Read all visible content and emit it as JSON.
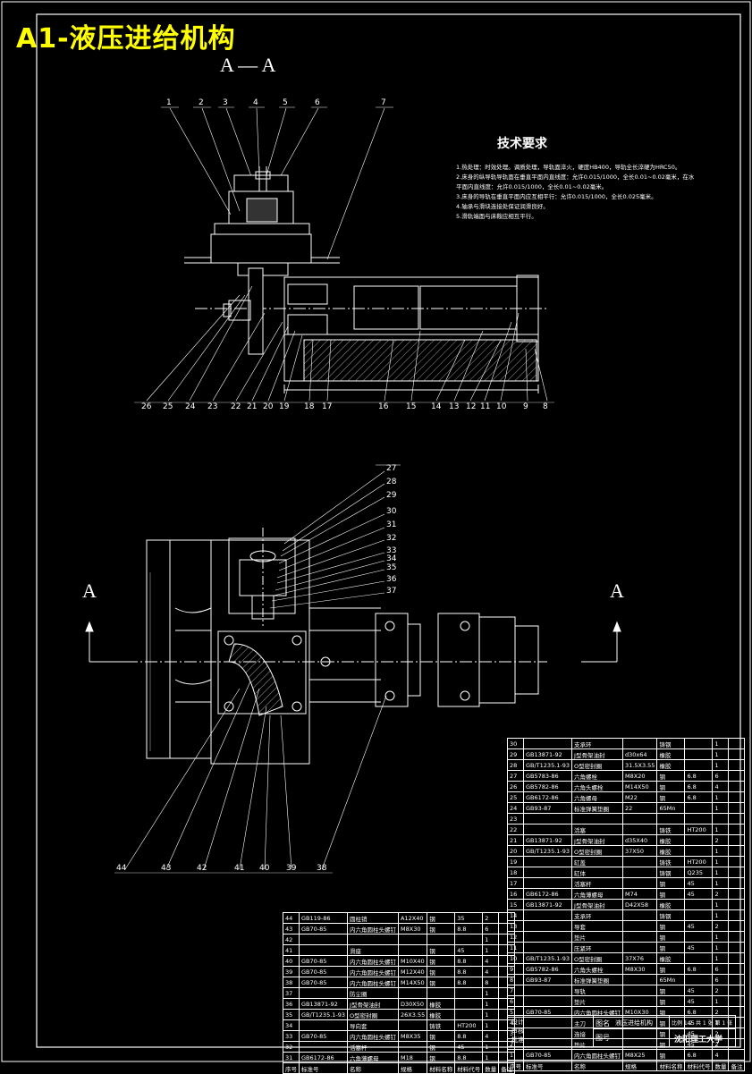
{
  "banner": "A1-液压进给机构",
  "section_top": "A — A",
  "section_left": "A",
  "section_right": "A",
  "tech": {
    "title": "技术要求",
    "lines": [
      "1.热处理：时效处理。调质处理，导轨面淬火，硬度HB400，导轨全长淬硬为HRC50。",
      "2.床身的纵导轨导轨面在垂直平面内直线度：允许0.015/1000，全长0.01~0.02毫米，在水",
      "  平面内直线度：允许0.015/1000，全长0.01~0.02毫米。",
      "3.床身的导轨在垂直平面内应互相平行：允许0.015/1000，全长0.025毫米。",
      "4.轴承与滑块连接处保证润滑良好。",
      "5.滑轨端面与床鞍应相互平行。"
    ]
  },
  "callouts_top": [
    "1",
    "2",
    "3",
    "4",
    "5",
    "6",
    "7"
  ],
  "callouts_bottom": [
    "26",
    "25",
    "24",
    "23",
    "22",
    "21",
    "20",
    "19",
    "18",
    "17",
    "16",
    "15",
    "14",
    "13",
    "12",
    "11",
    "10",
    "9",
    "8"
  ],
  "callouts_right": [
    "27",
    "28",
    "29",
    "30",
    "31",
    "32",
    "33",
    "34",
    "35",
    "36",
    "37"
  ],
  "callouts_low": [
    "44",
    "43",
    "42",
    "41",
    "40",
    "39",
    "38"
  ],
  "bom_right": {
    "rows": [
      [
        "30",
        "",
        "支承环",
        "",
        "铸钢",
        "",
        "1",
        ""
      ],
      [
        "29",
        "GB13871-92",
        "J型骨架油封",
        "d30x64",
        "橡胶",
        "",
        "1",
        ""
      ],
      [
        "28",
        "GB/T1235.1-93",
        "O型密封圈",
        "31.5X3.55",
        "橡胶",
        "",
        "1",
        ""
      ],
      [
        "27",
        "GB5783-86",
        "六角螺栓",
        "M8X20",
        "钢",
        "6.8",
        "6",
        ""
      ],
      [
        "26",
        "GB5782-86",
        "六角头螺栓",
        "M14X50",
        "钢",
        "6.8",
        "4",
        ""
      ],
      [
        "25",
        "GB6172-86",
        "六角螺母",
        "M22",
        "钢",
        "6.8",
        "1",
        ""
      ],
      [
        "24",
        "GB93-87",
        "标准弹簧垫圈",
        "22",
        "65Mn",
        "",
        "1",
        ""
      ],
      [
        "23",
        "",
        "",
        "",
        "",
        "",
        "",
        ""
      ],
      [
        "22",
        "",
        "活塞",
        "",
        "铸铁",
        "HT200",
        "1",
        ""
      ],
      [
        "21",
        "GB13871-92",
        "J型骨架油封",
        "d35X40",
        "橡胶",
        "",
        "2",
        ""
      ],
      [
        "20",
        "GB/T1235.1-93",
        "O型密封圈",
        "37X50",
        "橡胶",
        "",
        "1",
        ""
      ],
      [
        "19",
        "",
        "缸盖",
        "",
        "铸铁",
        "HT200",
        "1",
        ""
      ],
      [
        "18",
        "",
        "缸体",
        "",
        "铸钢",
        "Q235",
        "1",
        ""
      ],
      [
        "17",
        "",
        "活塞杆",
        "",
        "钢",
        "45",
        "1",
        ""
      ],
      [
        "16",
        "GB6172-86",
        "六角薄螺母",
        "M74",
        "钢",
        "45",
        "2",
        ""
      ],
      [
        "15",
        "GB13871-92",
        "J型骨架油封",
        "D42X58",
        "橡胶",
        "",
        "1",
        ""
      ],
      [
        "14",
        "",
        "支承环",
        "",
        "铸钢",
        "",
        "1",
        ""
      ],
      [
        "13",
        "",
        "导套",
        "",
        "钢",
        "45",
        "2",
        ""
      ],
      [
        "12",
        "",
        "垫片",
        "",
        "钢",
        "",
        "1",
        ""
      ],
      [
        "11",
        "",
        "压紧环",
        "",
        "钢",
        "45",
        "1",
        ""
      ],
      [
        "10",
        "GB/T1235.1-93",
        "O型密封圈",
        "37X76",
        "橡胶",
        "",
        "1",
        ""
      ],
      [
        "9",
        "GB5782-86",
        "六角头螺栓",
        "M8X30",
        "钢",
        "6.8",
        "6",
        ""
      ],
      [
        "8",
        "GB93-87",
        "标准弹簧垫圈",
        "",
        "65Mn",
        "",
        "6",
        ""
      ],
      [
        "7",
        "",
        "导轨",
        "",
        "钢",
        "45",
        "2",
        ""
      ],
      [
        "6",
        "",
        "垫片",
        "",
        "钢",
        "45",
        "1",
        ""
      ],
      [
        "5",
        "GB70-85",
        "内六角圆柱头螺钉",
        "M10X30",
        "钢",
        "6.8",
        "2",
        ""
      ],
      [
        "4",
        "",
        "主刀",
        "",
        "钢",
        "45",
        "1",
        ""
      ],
      [
        "3",
        "",
        "连接",
        "",
        "钢",
        "45",
        "2",
        ""
      ],
      [
        "2",
        "",
        "垫片",
        "",
        "钢",
        "45",
        "2",
        ""
      ],
      [
        "1",
        "GB70-85",
        "内六角圆柱头螺钉",
        "M8X25",
        "钢",
        "6.8",
        "4",
        ""
      ]
    ],
    "header": [
      "序号",
      "标准号",
      "名称",
      "规格",
      "材料名称",
      "材料代号",
      "数量",
      "备注"
    ]
  },
  "bom_left": {
    "rows": [
      [
        "44",
        "GB119-86",
        "圆柱销",
        "A12X40",
        "钢",
        "35",
        "2",
        ""
      ],
      [
        "43",
        "GB70-85",
        "内六角圆柱头螺钉",
        "M8X30",
        "钢",
        "8.8",
        "6",
        ""
      ],
      [
        "42",
        "",
        "",
        "",
        "",
        "",
        "1",
        ""
      ],
      [
        "41",
        "",
        "滑座",
        "",
        "钢",
        "45",
        "1",
        ""
      ],
      [
        "40",
        "GB70-85",
        "内六角圆柱头螺钉",
        "M10X40",
        "钢",
        "8.8",
        "4",
        ""
      ],
      [
        "39",
        "GB70-85",
        "内六角圆柱头螺钉",
        "M12X40",
        "钢",
        "8.8",
        "4",
        ""
      ],
      [
        "38",
        "GB70-85",
        "内六角圆柱头螺钉",
        "M14X50",
        "钢",
        "8.8",
        "8",
        ""
      ],
      [
        "37",
        "",
        "防尘圈",
        "",
        "",
        "",
        "1",
        ""
      ],
      [
        "36",
        "GB13871-92",
        "J型骨架油封",
        "D30X50",
        "橡胶",
        "",
        "1",
        ""
      ],
      [
        "35",
        "GB/T1235.1-93",
        "O型密封圈",
        "26X3.55",
        "橡胶",
        "",
        "1",
        ""
      ],
      [
        "34",
        "",
        "导向套",
        "",
        "铸铁",
        "HT200",
        "1",
        ""
      ],
      [
        "33",
        "GB70-85",
        "内六角圆柱头螺钉",
        "M8X35",
        "钢",
        "8.8",
        "4",
        ""
      ],
      [
        "32",
        "",
        "活塞杆",
        "",
        "钢",
        "45",
        "1",
        ""
      ],
      [
        "31",
        "GB6172-86",
        "六角薄螺母",
        "M18",
        "钢",
        "8.8",
        "1",
        ""
      ]
    ],
    "header": [
      "序号",
      "标准号",
      "名称",
      "规格",
      "材料名称",
      "材料代号",
      "数量",
      "备注"
    ]
  },
  "title_block": {
    "drawing_name_label": "图名",
    "drawing_name": "液压进给机构",
    "drawing_no_label": "图号",
    "school": "沈阳理工大学",
    "scale": "比例 1:2",
    "sheet": "共 1 张  第 1 张",
    "design": "设计",
    "check": "审核",
    "approve": "批准"
  }
}
